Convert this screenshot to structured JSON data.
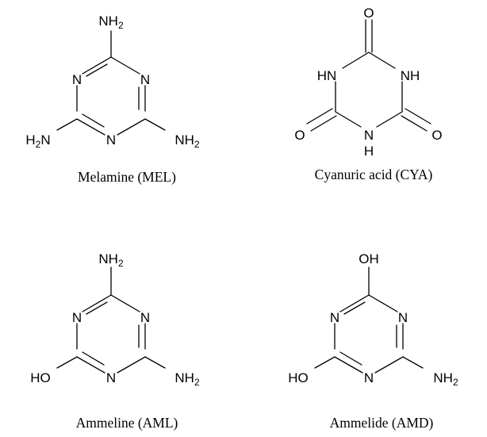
{
  "figure": {
    "compounds": [
      {
        "id": "mel",
        "name": "Melamine (MEL)",
        "ring": "triazine",
        "atoms": {
          "top": "NH2",
          "ring_n_left": "N",
          "ring_n_right": "N",
          "ring_n_bottom": "N",
          "left": "H2N",
          "right": "NH2"
        }
      },
      {
        "id": "cya",
        "name": "Cyanuric acid (CYA)",
        "ring": "triazinetrione",
        "atoms": {
          "top_o": "O",
          "nh_left": "HN",
          "nh_right": "NH",
          "nh_bottom": "H",
          "nh_bottom_n": "N",
          "o_left": "O",
          "o_right": "O"
        }
      },
      {
        "id": "aml",
        "name": "Ammeline (AML)",
        "ring": "triazine",
        "atoms": {
          "top": "NH2",
          "ring_n_left": "N",
          "ring_n_right": "N",
          "ring_n_bottom": "N",
          "left": "HO",
          "right": "NH2"
        }
      },
      {
        "id": "amd",
        "name": "Ammelide (AMD)",
        "ring": "triazine",
        "atoms": {
          "top": "OH",
          "ring_n_left": "N",
          "ring_n_right": "N",
          "ring_n_bottom": "N",
          "left": "HO",
          "right": "NH2"
        }
      }
    ]
  }
}
